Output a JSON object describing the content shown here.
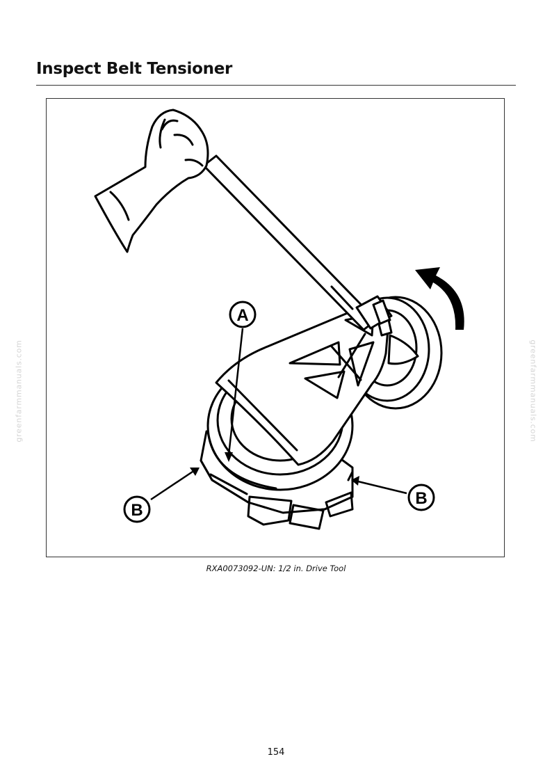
{
  "page": {
    "title": "Inspect Belt Tensioner",
    "page_number": "154",
    "watermark": "greenfarmmanuals.com"
  },
  "figure": {
    "caption": "RXA0073092-UN: 1/2 in. Drive Tool",
    "callouts": {
      "a": "A",
      "b_left": "B",
      "b_right": "B"
    }
  }
}
